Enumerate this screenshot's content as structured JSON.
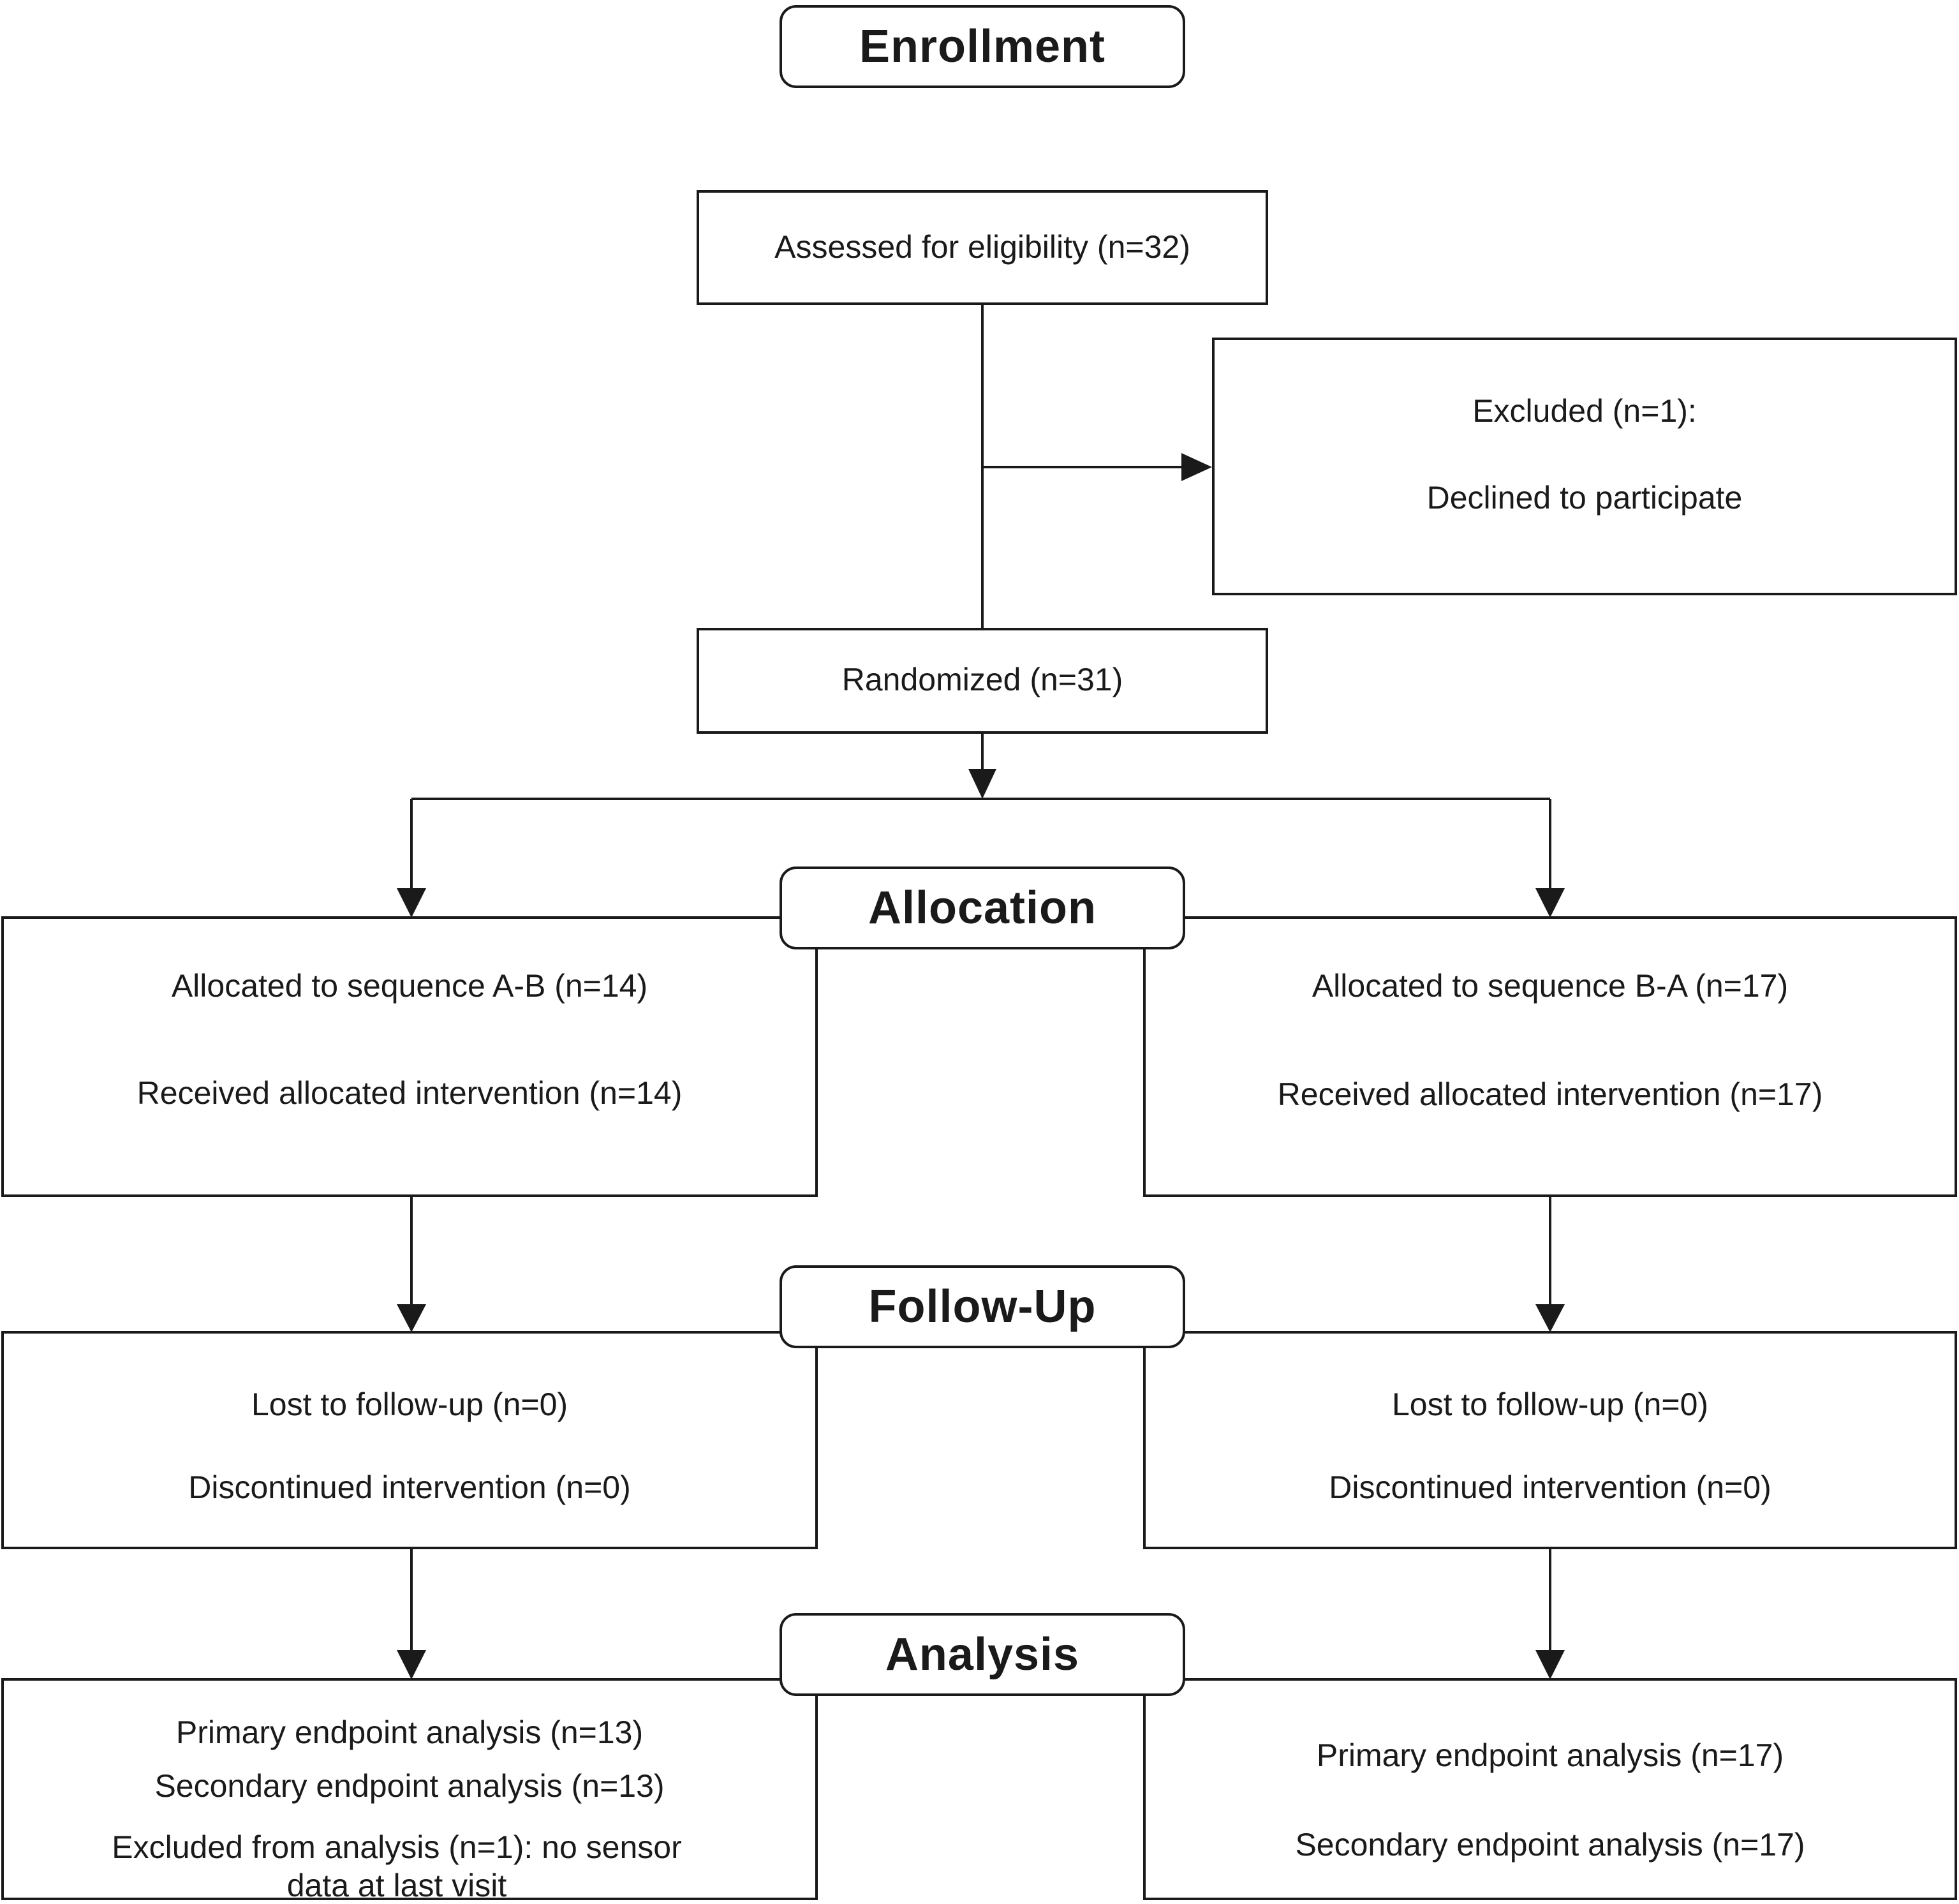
{
  "phases": {
    "enrollment": "Enrollment",
    "allocation": "Allocation",
    "follow_up": "Follow-Up",
    "analysis": "Analysis"
  },
  "enrollment": {
    "assessed": "Assessed for eligibility (n=32)",
    "excluded_title": "Excluded (n=1):",
    "excluded_reason": "Declined to participate",
    "randomized": "Randomized (n=31)"
  },
  "allocation": {
    "left": {
      "allocated": "Allocated to sequence A-B (n=14)",
      "received": "Received allocated intervention (n=14)"
    },
    "right": {
      "allocated": "Allocated to sequence B-A (n=17)",
      "received": "Received allocated intervention (n=17)"
    }
  },
  "follow_up": {
    "left": {
      "lost": "Lost to follow-up (n=0)",
      "discontinued": "Discontinued intervention (n=0)"
    },
    "right": {
      "lost": "Lost to follow-up (n=0)",
      "discontinued": "Discontinued intervention (n=0)"
    }
  },
  "analysis": {
    "left": {
      "primary": "Primary endpoint analysis (n=13)",
      "secondary": "Secondary endpoint analysis (n=13)",
      "excluded_line1": "Excluded from analysis (n=1): no sensor",
      "excluded_line2": "data at last visit"
    },
    "right": {
      "primary": "Primary endpoint analysis (n=17)",
      "secondary": "Secondary endpoint analysis (n=17)"
    }
  }
}
